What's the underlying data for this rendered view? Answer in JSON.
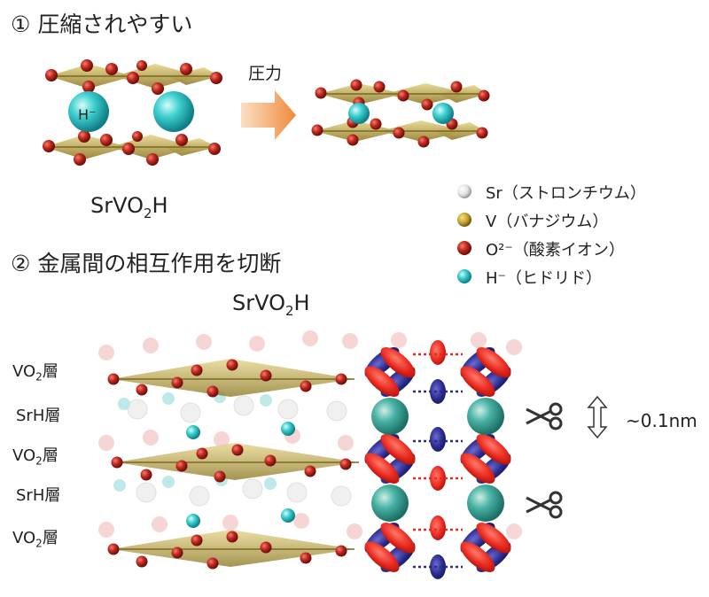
{
  "section1": {
    "title": "① 圧縮されやすい"
  },
  "section2": {
    "title": "② 金属間の相互作用を切断"
  },
  "compression": {
    "formula_main": "SrVO",
    "formula_sub": "2",
    "formula_tail": "H",
    "pressure_label": "圧力",
    "hydride_label": "H⁻"
  },
  "structure": {
    "formula_main": "SrVO",
    "formula_sub": "2",
    "formula_tail": "H",
    "distance": "~0.1nm",
    "layers": [
      {
        "prefix": "VO",
        "sub": "2",
        "suffix": "層"
      },
      {
        "prefix": "SrH層",
        "sub": "",
        "suffix": ""
      },
      {
        "prefix": "VO",
        "sub": "2",
        "suffix": "層"
      },
      {
        "prefix": "SrH層",
        "sub": "",
        "suffix": ""
      },
      {
        "prefix": "VO",
        "sub": "2",
        "suffix": "層"
      }
    ]
  },
  "legend": {
    "items": [
      {
        "label": "Sr（ストロンチウム）",
        "color": "#e6e6e6"
      },
      {
        "label": "V（バナジウム）",
        "color": "#c8a832"
      },
      {
        "label": "O²⁻（酸素イオン）",
        "color": "#c0281e"
      },
      {
        "label": "H⁻（ヒドリド）",
        "color": "#2ec6c6"
      }
    ]
  },
  "colors": {
    "arrow": "#f0a050",
    "orbital_red": "#e8281e",
    "orbital_blue": "#2a2a8c",
    "sphere_teal": "#3fb8a8"
  }
}
